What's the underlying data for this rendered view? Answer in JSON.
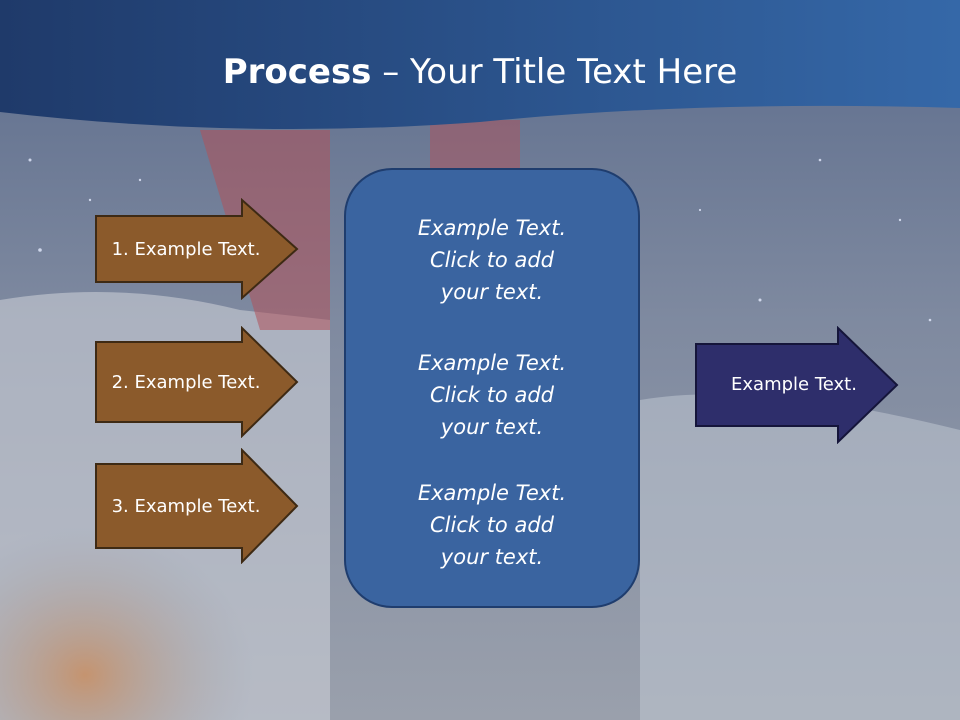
{
  "slide": {
    "title_bold": "Process",
    "title_rest": " – Your Title Text Here",
    "colors": {
      "header": "#27487f",
      "input_arrow": "#8b5a2b",
      "center_box": "#3a64a0",
      "output_arrow": "#2e2e6b"
    }
  },
  "inputs": [
    {
      "label": "1. Example Text."
    },
    {
      "label": "2. Example Text."
    },
    {
      "label": "3. Example Text."
    }
  ],
  "center": [
    {
      "line1": "Example Text.",
      "line2": "Click  to add",
      "line3": "your text."
    },
    {
      "line1": "Example Text.",
      "line2": "Click  to add",
      "line3": "your text."
    },
    {
      "line1": "Example Text.",
      "line2": "Click  to add",
      "line3": "your text."
    }
  ],
  "output": {
    "label": "Example Text."
  }
}
